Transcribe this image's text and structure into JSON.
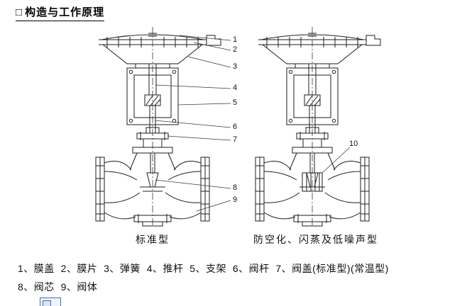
{
  "header": {
    "bullet": "□",
    "title": "构造与工作原理"
  },
  "figures": {
    "left": {
      "caption": "标准型",
      "callouts": [
        "1",
        "2",
        "3",
        "4",
        "5",
        "6",
        "7",
        "8",
        "9"
      ]
    },
    "right": {
      "caption": "防空化、闪蒸及低噪声型",
      "callouts": [
        "10"
      ]
    }
  },
  "legend": {
    "line1": "1、膜盖  2、膜片  3、弹簧  4、推杆  5、支架  6、阀杆  7、阀盖(标准型)(常温型)",
    "line2": "8、阀芯  9、阀体"
  }
}
